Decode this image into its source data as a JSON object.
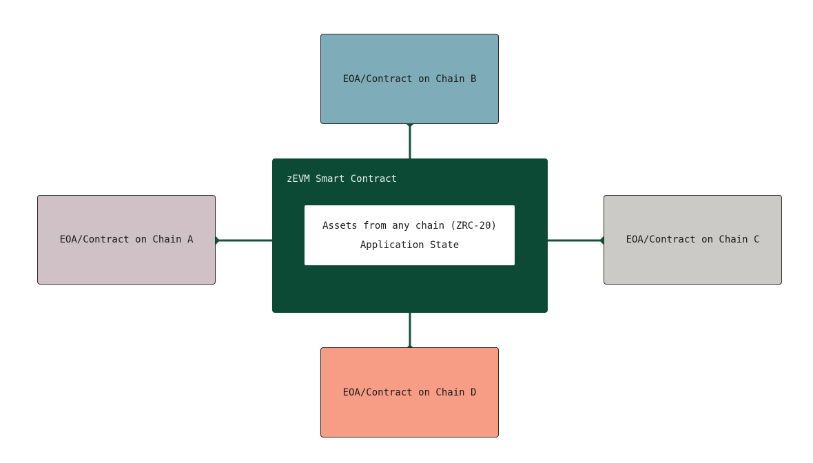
{
  "colors": {
    "connector": "#14503a",
    "center": "#0d4a36",
    "chain_a": "#cfc1c5",
    "chain_b": "#7eacb8",
    "chain_c": "#cbcac7",
    "chain_d": "#f79d85"
  },
  "nodes": {
    "chain_a": {
      "label": "EOA/Contract on Chain A"
    },
    "chain_b": {
      "label": "EOA/Contract on Chain B"
    },
    "chain_c": {
      "label": "EOA/Contract on Chain C"
    },
    "chain_d": {
      "label": "EOA/Contract on Chain D"
    }
  },
  "center": {
    "title": "zEVM Smart Contract",
    "items": [
      "Assets from any chain (ZRC-20)",
      "Application State"
    ]
  }
}
